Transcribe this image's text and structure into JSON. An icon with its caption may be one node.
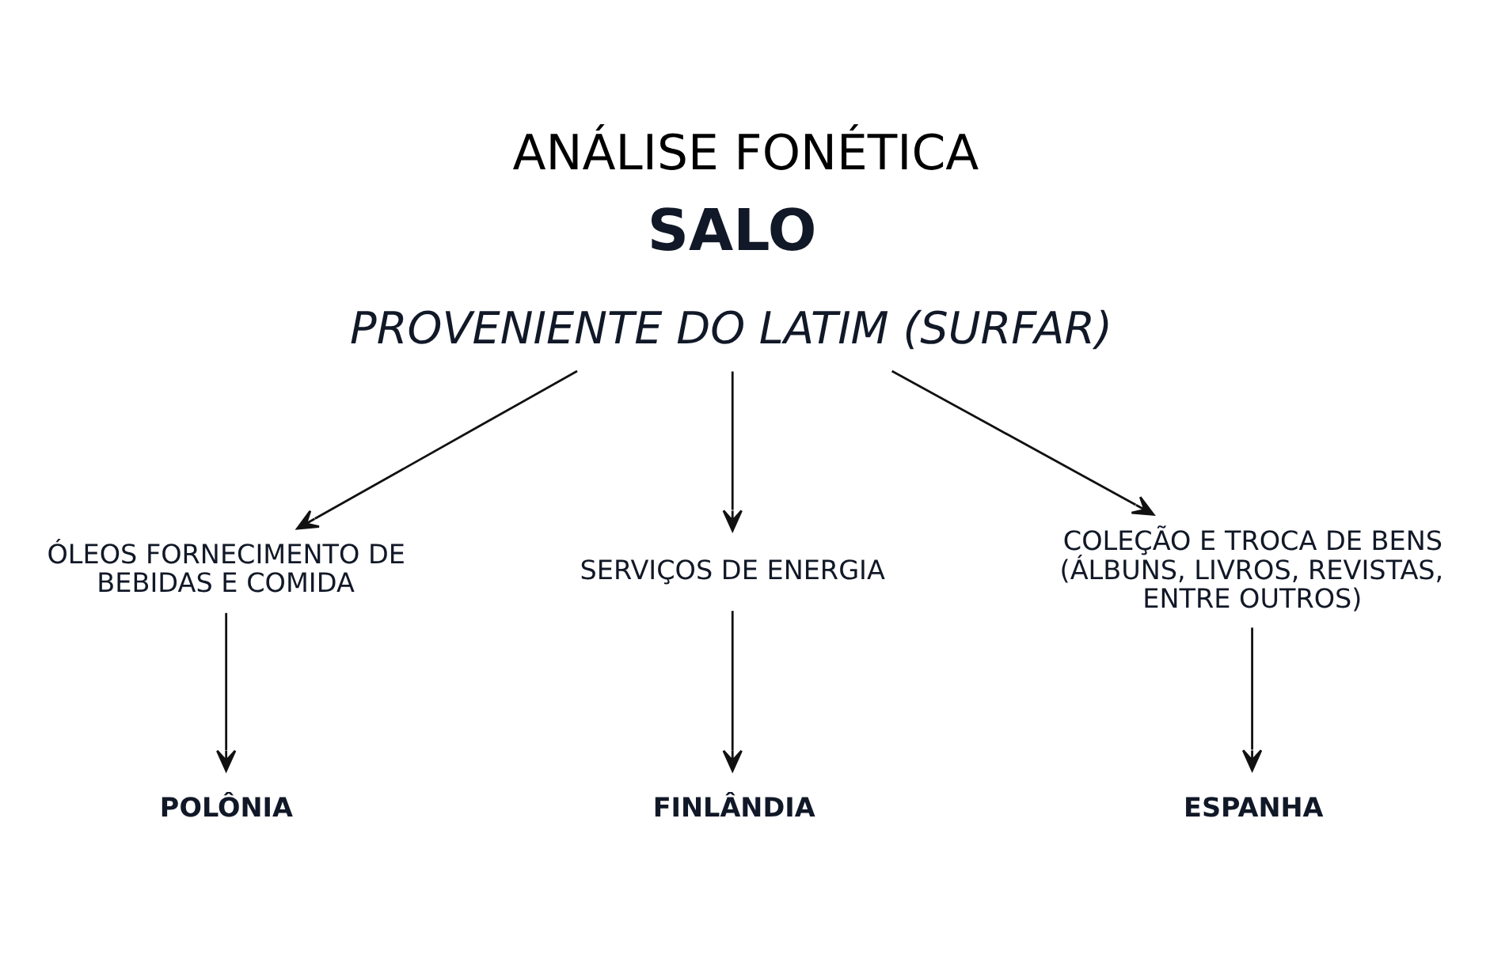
{
  "diagram": {
    "title": "ANÁLISE FONÉTICA",
    "nodes": [
      {
        "text": [
          "SALO",
          "PROVENIENTE DO LATIM (SURFAR)"
        ]
      },
      {
        "text": [
          "ÓLEOS FORNECIMENTO DE BEBIDAS E COMIDA"
        ]
      },
      {
        "text": [
          "SERVIÇOS DE ENERGIA"
        ]
      },
      {
        "text": [
          "COLEÇÃO E TROCA DE BENS (ÁLBUNS, LIVROS, REVISTAS, ENTRE OUTROS)"
        ]
      },
      {
        "text": [
          "POLÔNIA"
        ]
      },
      {
        "text": [
          "FINLÂNDIA"
        ]
      },
      {
        "text": [
          "ESPANHA"
        ]
      }
    ],
    "edges": [
      {
        "from": 0,
        "to": 1,
        "arrow": "to"
      },
      {
        "from": 0,
        "to": 2,
        "arrow": "to"
      },
      {
        "from": 0,
        "to": 3,
        "arrow": "to"
      },
      {
        "from": 1,
        "to": 4,
        "arrow": "to"
      },
      {
        "from": 2,
        "to": 5,
        "arrow": "to"
      },
      {
        "from": 3,
        "to": 6,
        "arrow": "to"
      }
    ]
  }
}
